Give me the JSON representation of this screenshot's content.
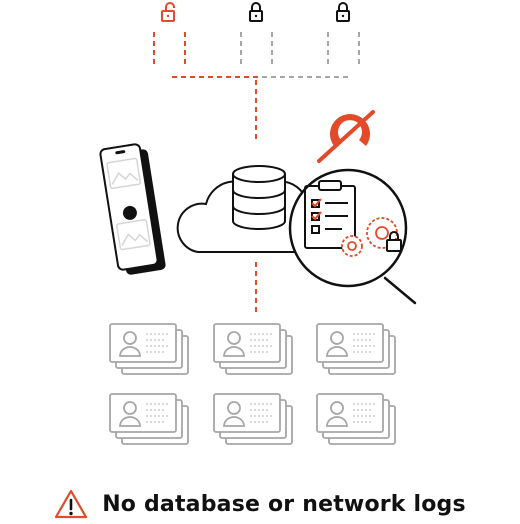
{
  "caption": {
    "text": "No database or network logs",
    "icon": "warning-triangle-icon"
  },
  "colors": {
    "accent": "#e24a2a",
    "ink": "#111111",
    "muted": "#a6a6a6"
  },
  "diagram": {
    "locks": [
      {
        "icon": "unlocked-padlock-icon",
        "state": "open"
      },
      {
        "icon": "padlock-icon",
        "state": "locked"
      },
      {
        "icon": "padlock-icon",
        "state": "locked"
      }
    ],
    "elements": [
      "smartphone-icon",
      "cloud-database-icon",
      "speedometer-icon",
      "magnifier-checklist-icon"
    ],
    "profile_cards": {
      "rows": 2,
      "columns": 3
    }
  }
}
